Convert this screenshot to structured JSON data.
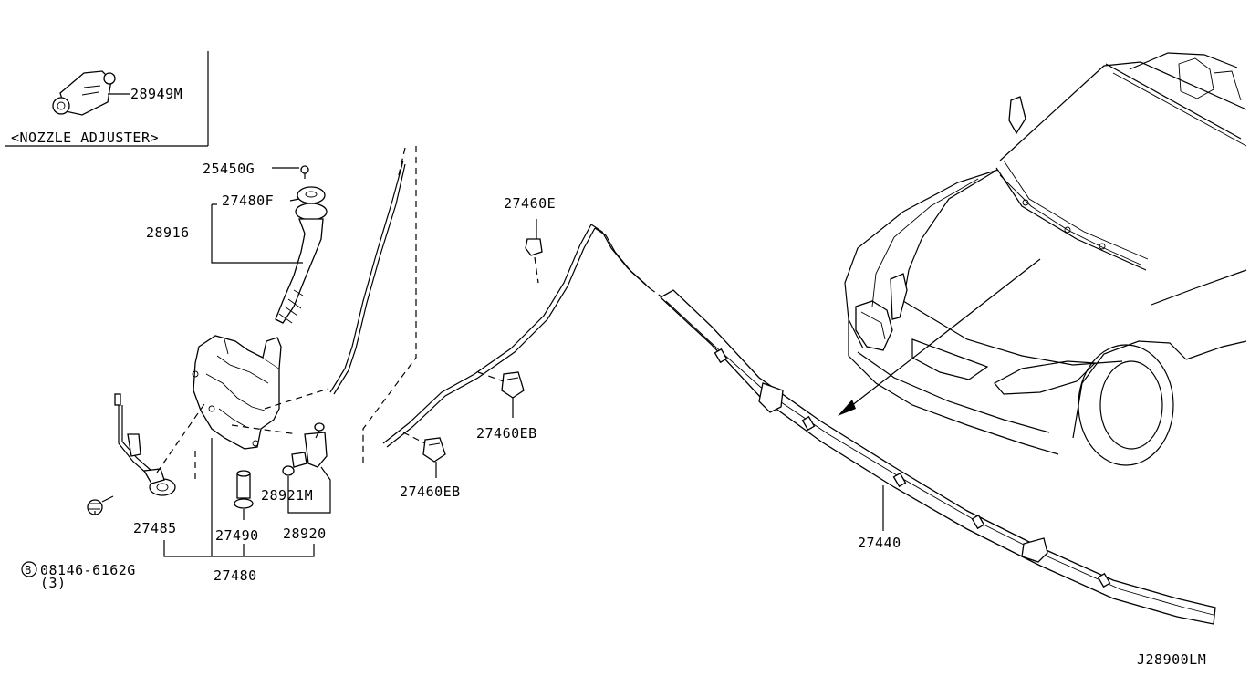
{
  "inset": {
    "caption": "<NOZZLE ADJUSTER>",
    "part": "28949M"
  },
  "labels": {
    "p25450G": "25450G",
    "p27480F": "27480F",
    "p28916": "28916",
    "p27460E": "27460E",
    "p27460EB_mid": "27460EB",
    "p27460EB_low": "27460EB",
    "p28921M": "28921M",
    "p27485": "27485",
    "p27490": "27490",
    "p28920": "28920",
    "p27480": "27480",
    "p27440": "27440",
    "bolt_circle": "B",
    "bolt_part": "08146-6162G",
    "bolt_qty": "(3)"
  },
  "diagram_code": "J28900LM"
}
